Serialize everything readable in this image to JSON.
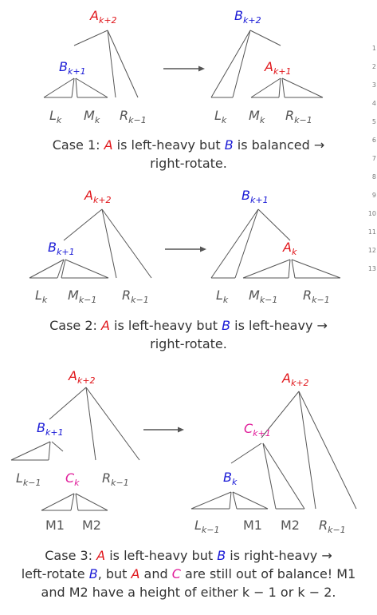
{
  "colors": {
    "red": "#e0161b",
    "blue": "#1a1ad6",
    "magenta": "#e01d9a",
    "gray": "#555555"
  },
  "line_numbers": [
    "1",
    "2",
    "3",
    "4",
    "5",
    "6",
    "7",
    "8",
    "9",
    "10",
    "11",
    "12",
    "13"
  ],
  "case1": {
    "before": {
      "a": {
        "base": "A",
        "sub": "k+2"
      },
      "b": {
        "base": "B",
        "sub": "k+1"
      },
      "l": {
        "base": "L",
        "sub": "k"
      },
      "m": {
        "base": "M",
        "sub": "k"
      },
      "r": {
        "base": "R",
        "sub": "k−1"
      }
    },
    "after": {
      "b": {
        "base": "B",
        "sub": "k+2"
      },
      "a": {
        "base": "A",
        "sub": "k+1"
      },
      "l": {
        "base": "L",
        "sub": "k"
      },
      "m": {
        "base": "M",
        "sub": "k"
      },
      "r": {
        "base": "R",
        "sub": "k−1"
      }
    },
    "caption": {
      "p1": "Case 1: ",
      "a": "A",
      "p2": " is left-heavy but ",
      "b": "B",
      "p3": " is balanced →",
      "line2": "right-rotate."
    }
  },
  "case2": {
    "before": {
      "a": {
        "base": "A",
        "sub": "k+2"
      },
      "b": {
        "base": "B",
        "sub": "k+1"
      },
      "l": {
        "base": "L",
        "sub": "k"
      },
      "m": {
        "base": "M",
        "sub": "k−1"
      },
      "r": {
        "base": "R",
        "sub": "k−1"
      }
    },
    "after": {
      "b": {
        "base": "B",
        "sub": "k+1"
      },
      "a": {
        "base": "A",
        "sub": "k"
      },
      "l": {
        "base": "L",
        "sub": "k"
      },
      "m": {
        "base": "M",
        "sub": "k−1"
      },
      "r": {
        "base": "R",
        "sub": "k−1"
      }
    },
    "caption": {
      "p1": "Case 2: ",
      "a": "A",
      "p2": " is left-heavy but ",
      "b": "B",
      "p3": " is left-heavy →",
      "line2": "right-rotate."
    }
  },
  "case3": {
    "before": {
      "a": {
        "base": "A",
        "sub": "k+2"
      },
      "b": {
        "base": "B",
        "sub": "k+1"
      },
      "l": {
        "base": "L",
        "sub": "k−1"
      },
      "c": {
        "base": "C",
        "sub": "k"
      },
      "r": {
        "base": "R",
        "sub": "k−1"
      },
      "m1": "M1",
      "m2": "M2"
    },
    "after": {
      "a": {
        "base": "A",
        "sub": "k+2"
      },
      "c": {
        "base": "C",
        "sub": "k+1"
      },
      "b": {
        "base": "B",
        "sub": "k"
      },
      "l": {
        "base": "L",
        "sub": "k−1"
      },
      "m1": "M1",
      "m2": "M2",
      "r": {
        "base": "R",
        "sub": "k−1"
      }
    },
    "caption": {
      "p1": "Case 3: ",
      "a": "A",
      "p2": " is left-heavy but ",
      "b": "B",
      "p3": " is right-heavy →",
      "p4": "left-rotate ",
      "b2": "B",
      "p5": ", but ",
      "a2": "A",
      "p6": " and ",
      "c": "C",
      "p7": " are still out of balance! M1",
      "line3": "and M2 have a height of either k − 1 or k − 2."
    }
  }
}
